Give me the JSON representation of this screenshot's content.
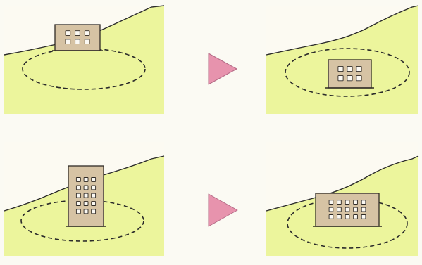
{
  "colors": {
    "background": "#fbfaf3",
    "sky": "#fcfaf2",
    "ground": "#ecf59c",
    "ground_shadow": "#e2ec88",
    "horizon_line": "#2b2b2b",
    "building_fill": "#d6c3a4",
    "building_stroke": "#2f2a25",
    "window_fill": "#fbf9f3",
    "zone_outline": "#2a2a2a",
    "arrow": "#e793ad",
    "arrow_stroke": "#b46b86"
  },
  "panels": [
    {
      "id": "top-before",
      "building": {
        "cols": 3,
        "rows": 2
      }
    },
    {
      "id": "top-after",
      "building": {
        "cols": 3,
        "rows": 2
      }
    },
    {
      "id": "bottom-before",
      "building": {
        "cols": 3,
        "rows": 5
      }
    },
    {
      "id": "bottom-after",
      "building": {
        "cols": 5,
        "rows": 3
      }
    }
  ],
  "arrows": [
    {
      "id": "top-arrow",
      "icon": "right-triangle-arrow-icon"
    },
    {
      "id": "bottom-arrow",
      "icon": "right-triangle-arrow-icon"
    }
  ]
}
